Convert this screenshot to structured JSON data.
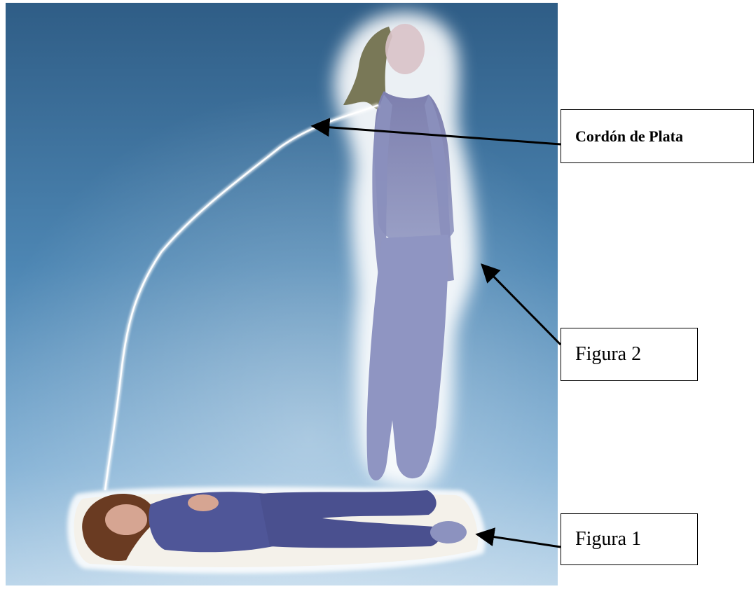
{
  "labels": {
    "silver_cord": "Cordón de Plata",
    "figure_2": "Figura 2",
    "figure_1": "Figura 1"
  },
  "colors": {
    "sky_top": "#2f5d86",
    "sky_mid": "#4d86b3",
    "sky_bottom": "#bcd6ea",
    "clothing": "#4f5698",
    "astral_glow": "#ffffff",
    "mattress": "#f4f1ea",
    "arrow": "#000000"
  }
}
